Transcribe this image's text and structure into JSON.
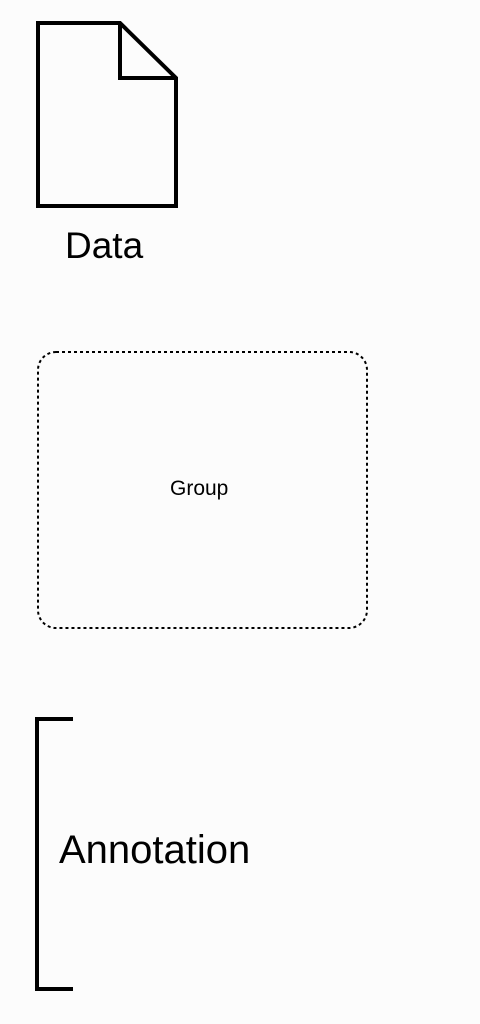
{
  "diagram": {
    "data_object": {
      "label": "Data",
      "icon": "document-icon"
    },
    "group": {
      "label": "Group",
      "border_style": "dotted"
    },
    "annotation": {
      "label": "Annotation",
      "icon": "bracket-icon"
    },
    "colors": {
      "stroke": "#000000",
      "background": "#fcfcfc"
    }
  }
}
